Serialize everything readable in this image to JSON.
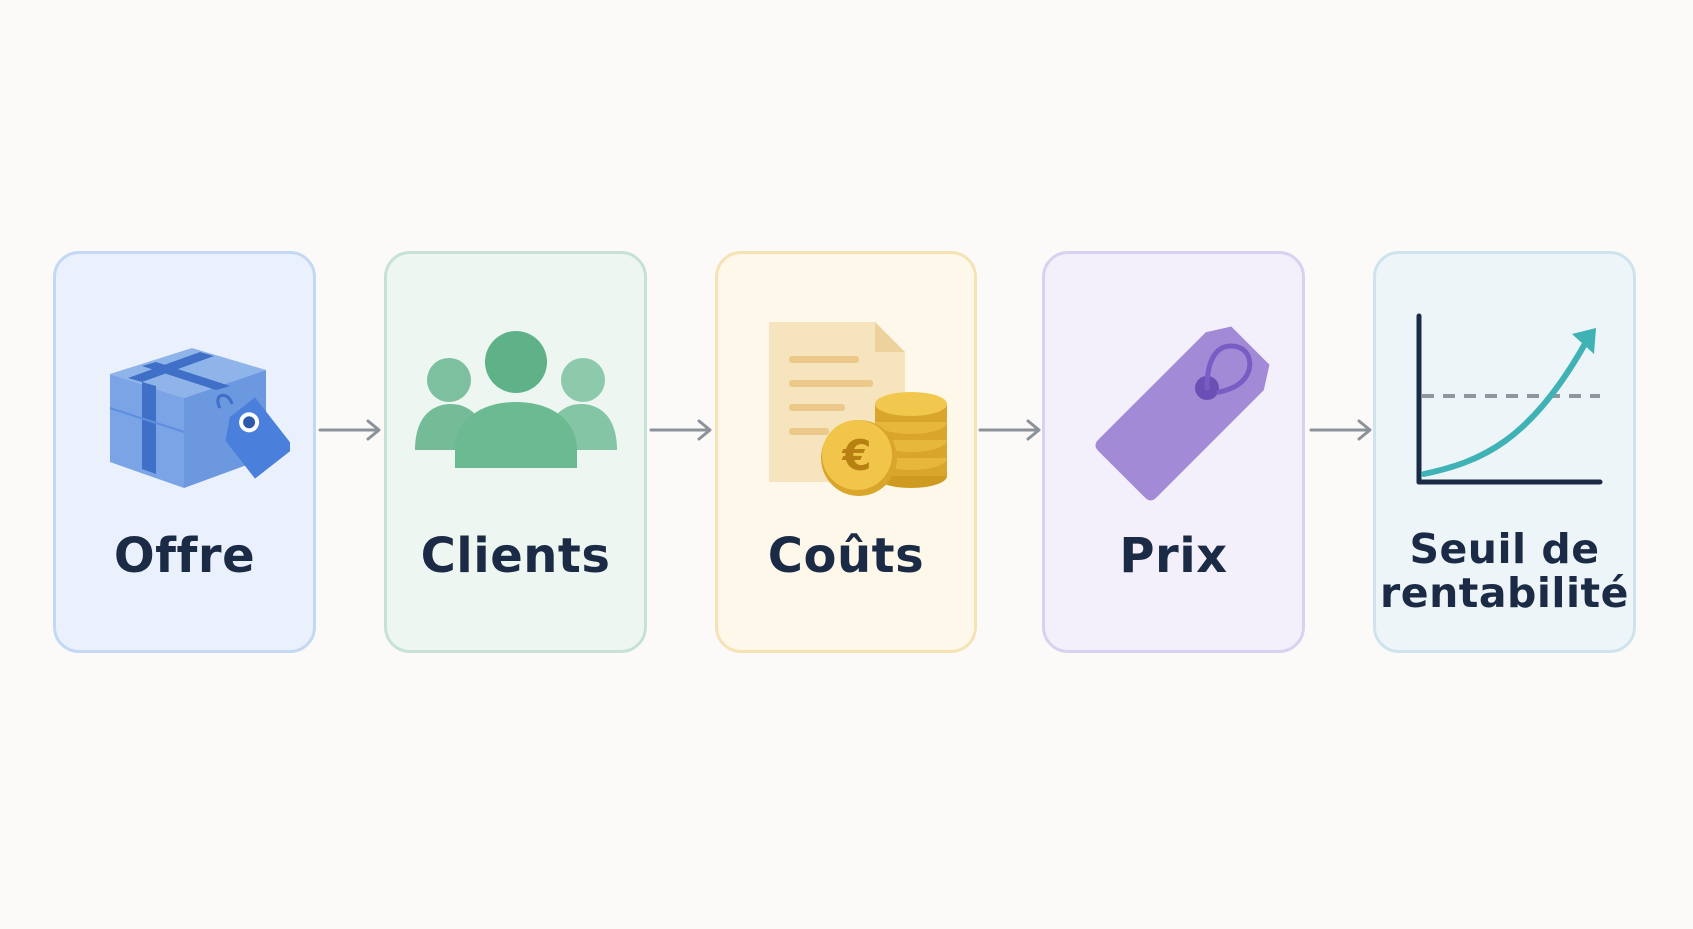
{
  "steps": [
    {
      "label": "Offre",
      "icon": "gift-box-tag-icon",
      "accent": "#5b8de0"
    },
    {
      "label": "Clients",
      "icon": "user-group-icon",
      "accent": "#6dbb94"
    },
    {
      "label": "Coûts",
      "icon": "invoice-euro-coins-icon",
      "accent": "#e9b73a"
    },
    {
      "label": "Prix",
      "icon": "price-tag-icon",
      "accent": "#a389d8"
    },
    {
      "label": "Seuil de rentabilité",
      "icon": "rising-curve-chart-icon",
      "accent": "#3fb2b5"
    }
  ],
  "connector_color": "#8c9299"
}
